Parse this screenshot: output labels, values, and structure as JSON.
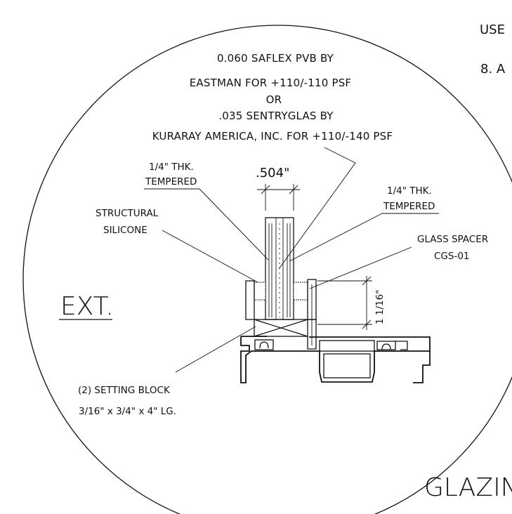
{
  "corner_top": "USE",
  "corner_note": "8. A",
  "interlayer_note": {
    "line1": "0.060 SAFLEX PVB BY",
    "line2": "EASTMAN FOR +110/-110 PSF",
    "line3": "OR",
    "line4": ".035 SENTRYGLAS BY",
    "line5": "KURARAY AMERICA, INC. FOR +110/-140 PSF"
  },
  "dim_width": ".504\"",
  "left_glass": {
    "thk": "1/4\" THK.",
    "label": "TEMPERED"
  },
  "right_glass": {
    "thk": "1/4\" THK.",
    "label": "TEMPERED"
  },
  "silicone": {
    "line1": "STRUCTURAL",
    "line2": "SILICONE"
  },
  "spacer": {
    "line1": "GLASS SPACER",
    "line2": "CGS-01"
  },
  "dim_bite": "1 1/16\"",
  "exterior_label": "EXT.",
  "setting_block": {
    "line1": "(2) SETTING BLOCK",
    "line2": "3/16\" x 3/4\" x 4\" LG."
  },
  "section_title": "GLAZIN"
}
